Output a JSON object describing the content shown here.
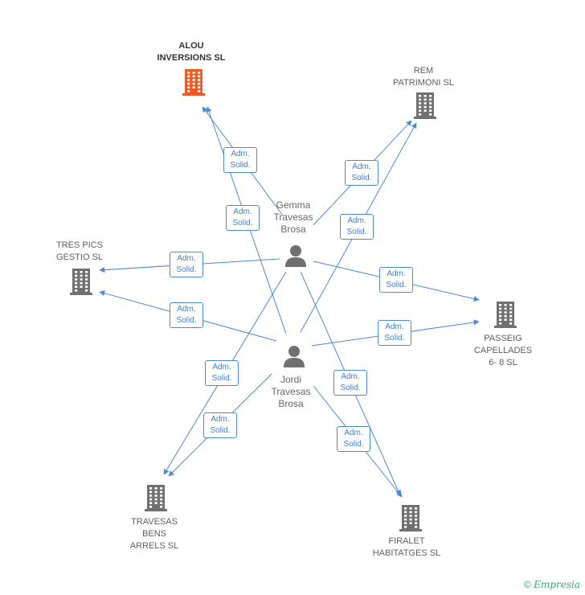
{
  "colors": {
    "edge": "#4a8ad8",
    "building": "#707070",
    "focus_building": "#f15a24",
    "person": "#707070"
  },
  "companies": [
    {
      "id": "alou",
      "name": "ALOU\nINVERSIONS SL",
      "icon": "building-icon",
      "focus": true
    },
    {
      "id": "rem",
      "name": "REM\nPATRIMONI SL",
      "icon": "building-icon",
      "focus": false
    },
    {
      "id": "tres",
      "name": "TRES PICS\nGESTIO SL",
      "icon": "building-icon",
      "focus": false
    },
    {
      "id": "passeig",
      "name": "PASSEIG\nCAPELLADES\n6- 8 SL",
      "icon": "building-icon",
      "focus": false
    },
    {
      "id": "travesas",
      "name": "TRAVESAS\nBENS\nARRELS SL",
      "icon": "building-icon",
      "focus": false
    },
    {
      "id": "firalet",
      "name": "FIRALET\nHABITATGES SL",
      "icon": "building-icon",
      "focus": false
    }
  ],
  "persons": [
    {
      "id": "gemma",
      "name": "Gemma\nTravesas\nBrosa",
      "icon": "person-icon"
    },
    {
      "id": "jordi",
      "name": "Jordi\nTravesas\nBrosa",
      "icon": "person-icon"
    }
  ],
  "edges": [
    {
      "from": "gemma",
      "to": "alou",
      "label": "Adm.\nSolid."
    },
    {
      "from": "jordi",
      "to": "alou",
      "label": "Adm.\nSolid."
    },
    {
      "from": "gemma",
      "to": "rem",
      "label": "Adm.\nSolid."
    },
    {
      "from": "jordi",
      "to": "rem",
      "label": "Adm.\nSolid."
    },
    {
      "from": "gemma",
      "to": "tres",
      "label": "Adm.\nSolid."
    },
    {
      "from": "jordi",
      "to": "tres",
      "label": "Adm.\nSolid."
    },
    {
      "from": "gemma",
      "to": "passeig",
      "label": "Adm.\nSolid."
    },
    {
      "from": "jordi",
      "to": "passeig",
      "label": "Adm.\nSolid."
    },
    {
      "from": "gemma",
      "to": "travesas",
      "label": "Adm.\nSolid."
    },
    {
      "from": "jordi",
      "to": "travesas",
      "label": "Adm.\nSolid."
    },
    {
      "from": "gemma",
      "to": "firalet",
      "label": "Adm.\nSolid."
    },
    {
      "from": "jordi",
      "to": "firalet",
      "label": "Adm.\nSolid."
    }
  ],
  "footer": {
    "copyright": "©",
    "brand": "Empresia"
  }
}
